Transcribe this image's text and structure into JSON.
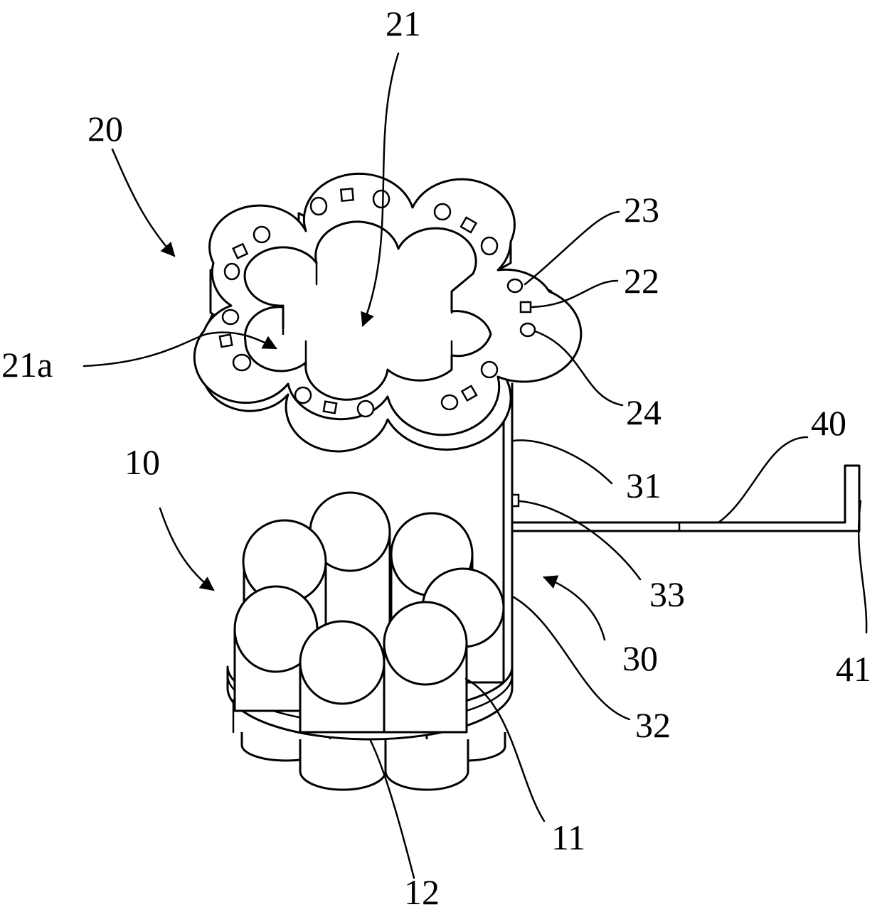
{
  "labels": {
    "l20": "20",
    "l21": "21",
    "l21a": "21a",
    "l23": "23",
    "l22": "22",
    "l24": "24",
    "l10": "10",
    "l31": "31",
    "l40": "40",
    "l33": "33",
    "l30": "30",
    "l41": "41",
    "l32": "32",
    "l11": "11",
    "l12": "12"
  }
}
